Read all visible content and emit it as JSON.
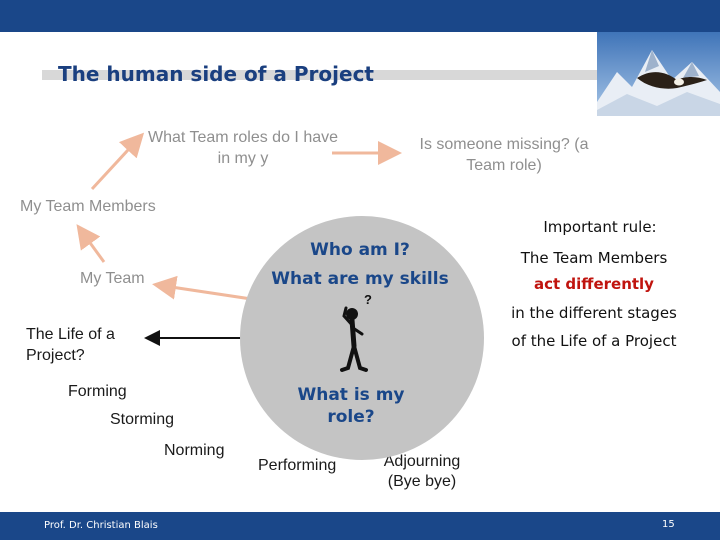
{
  "slide": {
    "title": "The human side of a Project"
  },
  "diagram": {
    "team_roles_q": "What Team roles do I have in my y",
    "missing_q": "Is someone missing? (a Team role)",
    "members": "My Team Members",
    "my_team": "My Team",
    "life_q": "The Life of a Project?",
    "stages": {
      "forming": "Forming",
      "storming": "Storming",
      "norming": "Norming",
      "performing": "Performing",
      "adjourning": "Adjourning (Bye bye)"
    },
    "circle": {
      "who": "Who am I?",
      "skills": "What are my skills",
      "role": "What is my role?",
      "thinking_mark": "?"
    }
  },
  "rule": {
    "heading": "Important rule:",
    "line1": "The Team Members",
    "line2": "act differently",
    "line3": "in the different stages",
    "line4": "of the Life of a Project"
  },
  "footer": {
    "author": "Prof. Dr. Christian Blais",
    "page": "15"
  },
  "colors": {
    "bar": "#1a4789",
    "title": "#1a3f7f",
    "accent_red": "#c0140e",
    "arrow": "#f0b89c",
    "circle": "#c4c4c4"
  }
}
